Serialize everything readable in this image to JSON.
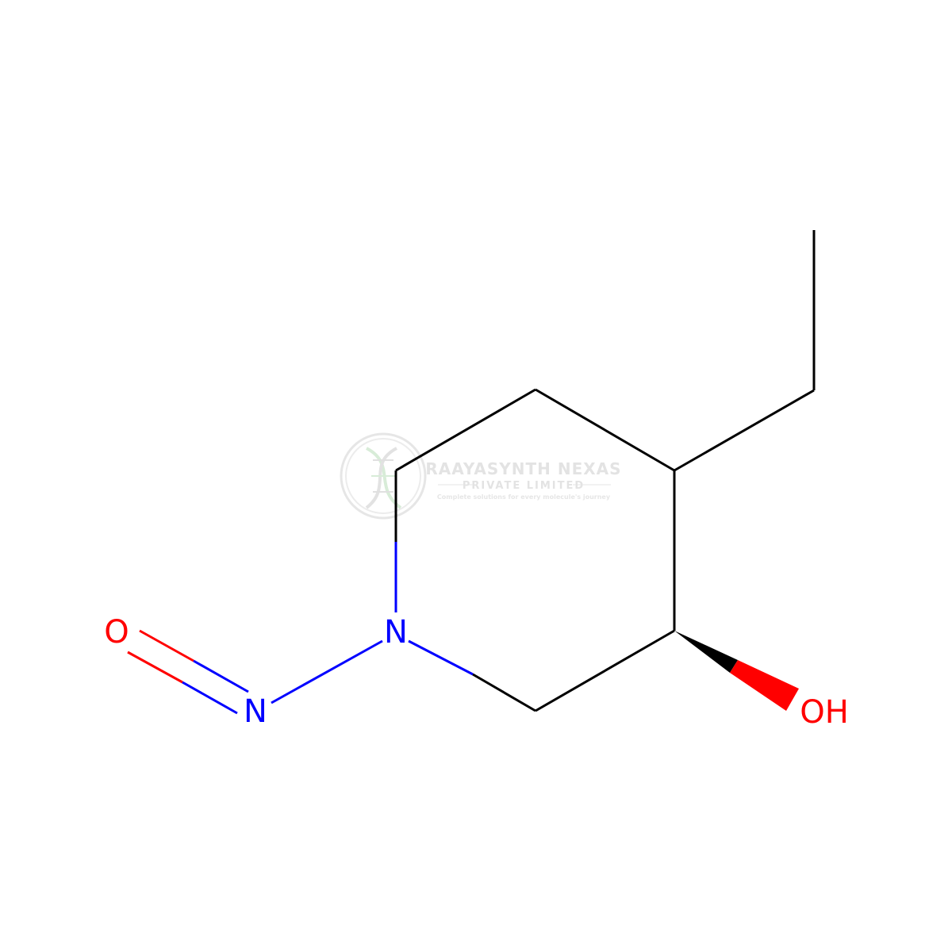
{
  "colors": {
    "carbon_bond": "#000000",
    "nitrogen": "#0000FF",
    "oxygen": "#FF0000",
    "watermark": "#e3e8e3",
    "watermark_green": "#d6ecd6"
  },
  "atoms": {
    "nitroso_oxygen": "O",
    "nitroso_nitrogen": "N",
    "ring_nitrogen": "N",
    "hydroxyl": "OH"
  },
  "watermark": {
    "company": "RAAYASYNTH NEXAS",
    "subtitle": "PRIVATE LIMITED",
    "tagline": "Complete solutions for every molecule's journey",
    "logo": "dna-helix-logo-icon"
  }
}
